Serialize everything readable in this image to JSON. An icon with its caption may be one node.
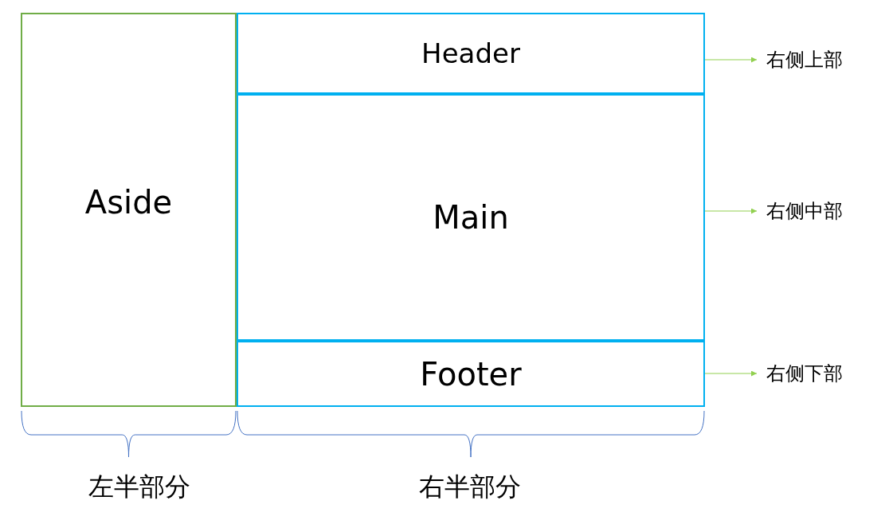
{
  "diagram": {
    "nodes": [
      {
        "text": [
          "Aside"
        ]
      },
      {
        "text": [
          "Header"
        ]
      },
      {
        "text": [
          "Main"
        ]
      },
      {
        "text": [
          "Footer"
        ]
      },
      {
        "text": [
          "右侧上部"
        ]
      },
      {
        "text": [
          "右侧中部"
        ]
      },
      {
        "text": [
          "右侧下部"
        ]
      }
    ],
    "edges": [
      {
        "from": 1,
        "to": 4,
        "arrow": "to"
      },
      {
        "from": 2,
        "to": 5,
        "arrow": "to"
      },
      {
        "from": 3,
        "to": 6,
        "arrow": "to"
      }
    ],
    "labels": [
      "左半部分",
      "右半部分"
    ]
  }
}
